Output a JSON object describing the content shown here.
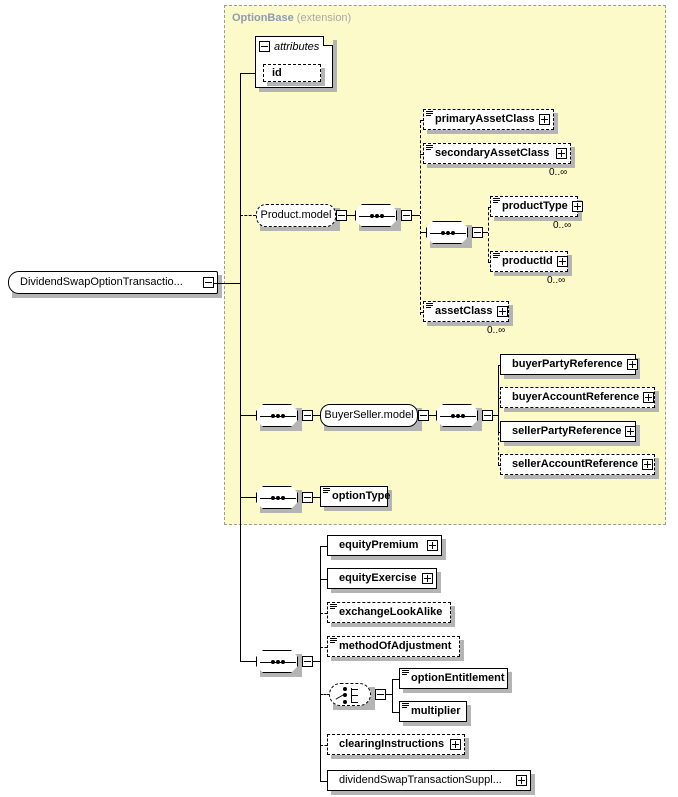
{
  "diagram": {
    "type": "xml-schema-diagram",
    "root": {
      "label": "DividendSwapOptionTransactio...",
      "toggle": "minus"
    },
    "extension": {
      "name": "OptionBase",
      "kind": "(extension)",
      "background_color": "#fcfac8",
      "border_color": "#9a9a9a",
      "title_color": "#8d9bb0"
    },
    "attributes_box": {
      "label": "attributes",
      "toggle": "minus",
      "items": [
        {
          "label": "id",
          "optional": true
        }
      ]
    },
    "groups": {
      "product_model": {
        "label": "Product.model",
        "toggle": "minus",
        "optional": true
      },
      "buyer_seller_model": {
        "label": "BuyerSeller.model",
        "toggle": "minus",
        "optional": false
      }
    },
    "elements": {
      "primaryAssetClass": {
        "label": "primaryAssetClass",
        "optional": true,
        "toggle": "plus",
        "cardinality": ""
      },
      "secondaryAssetClass": {
        "label": "secondaryAssetClass",
        "optional": true,
        "toggle": "plus",
        "cardinality": "0..∞"
      },
      "productType": {
        "label": "productType",
        "optional": true,
        "toggle": "plus",
        "cardinality": "0..∞"
      },
      "productId": {
        "label": "productId",
        "optional": true,
        "toggle": "plus",
        "cardinality": "0..∞"
      },
      "assetClass": {
        "label": "assetClass",
        "optional": true,
        "toggle": "plus",
        "cardinality": "0..∞"
      },
      "buyerPartyReference": {
        "label": "buyerPartyReference",
        "optional": false,
        "toggle": "plus",
        "cardinality": ""
      },
      "buyerAccountReference": {
        "label": "buyerAccountReference",
        "optional": true,
        "toggle": "plus",
        "cardinality": ""
      },
      "sellerPartyReference": {
        "label": "sellerPartyReference",
        "optional": false,
        "toggle": "plus",
        "cardinality": ""
      },
      "sellerAccountReference": {
        "label": "sellerAccountReference",
        "optional": true,
        "toggle": "plus",
        "cardinality": ""
      },
      "optionType": {
        "label": "optionType",
        "optional": false,
        "toggle": "none",
        "cardinality": ""
      },
      "equityPremium": {
        "label": "equityPremium",
        "optional": false,
        "toggle": "plus",
        "cardinality": ""
      },
      "equityExercise": {
        "label": "equityExercise",
        "optional": false,
        "toggle": "plus",
        "cardinality": ""
      },
      "exchangeLookAlike": {
        "label": "exchangeLookAlike",
        "optional": true,
        "toggle": "none",
        "cardinality": ""
      },
      "methodOfAdjustment": {
        "label": "methodOfAdjustment",
        "optional": true,
        "toggle": "none",
        "cardinality": ""
      },
      "optionEntitlement": {
        "label": "optionEntitlement",
        "optional": false,
        "toggle": "none",
        "cardinality": ""
      },
      "multiplier": {
        "label": "multiplier",
        "optional": false,
        "toggle": "none",
        "cardinality": ""
      },
      "clearingInstructions": {
        "label": "clearingInstructions",
        "optional": true,
        "toggle": "plus",
        "cardinality": ""
      },
      "dividendSwapTransactionSupplement": {
        "label": "dividendSwapTransactionSuppl...",
        "optional": false,
        "toggle": "plus",
        "cardinality": ""
      }
    }
  }
}
